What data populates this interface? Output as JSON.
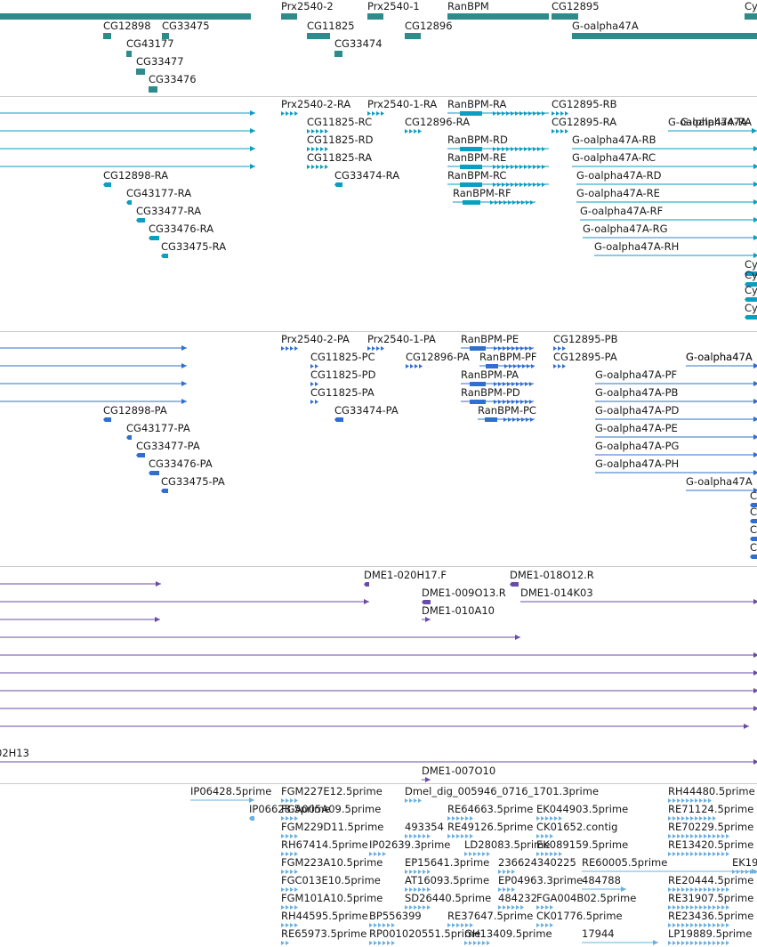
{
  "palette": {
    "gene": "#2e8b8b",
    "transcript": "#0a9ec0",
    "protein": "#2f6fd0",
    "clone": "#6a4ca8",
    "est": "#6ab0e0",
    "separator": "#cccccc"
  },
  "tracks": [
    {
      "id": "genes",
      "features": [
        {
          "label": "",
          "kind": "bar"
        },
        {
          "label": "Prx2540-2",
          "kind": "bar"
        },
        {
          "label": "Prx2540-1",
          "kind": "bar"
        },
        {
          "label": "RanBPM",
          "kind": "bar"
        },
        {
          "label": "CG12895",
          "kind": "bar"
        },
        {
          "label": "Cy",
          "kind": "bar"
        },
        {
          "label": "CG12898",
          "kind": "bar"
        },
        {
          "label": "CG33475",
          "kind": "bar"
        },
        {
          "label": "CG11825",
          "kind": "bar"
        },
        {
          "label": "CG12896",
          "kind": "bar"
        },
        {
          "label": "G-oalpha47A",
          "kind": "bar"
        },
        {
          "label": "CG43177",
          "kind": "bar"
        },
        {
          "label": "CG33474",
          "kind": "bar"
        },
        {
          "label": "CG33477",
          "kind": "bar"
        },
        {
          "label": "CG33476",
          "kind": "bar"
        }
      ]
    },
    {
      "id": "transcripts",
      "features": [
        {
          "label": "",
          "kind": "line"
        },
        {
          "label": "",
          "kind": "line"
        },
        {
          "label": "",
          "kind": "line"
        },
        {
          "label": "",
          "kind": "line"
        },
        {
          "label": "Prx2540-2-RA",
          "kind": "arrows"
        },
        {
          "label": "Prx2540-1-RA",
          "kind": "arrows"
        },
        {
          "label": "RanBPM-RA",
          "kind": "exons"
        },
        {
          "label": "CG12895-RB",
          "kind": "arrows"
        },
        {
          "label": "G-oalpha47A-RA",
          "kind": "line"
        },
        {
          "label": "G-oalpha47A-",
          "kind": "line"
        },
        {
          "label": "CG11825-RC",
          "kind": "arrows"
        },
        {
          "label": "CG12896-RA",
          "kind": "arrows"
        },
        {
          "label": "CG12895-RA",
          "kind": "arrows"
        },
        {
          "label": "CG11825-RD",
          "kind": "arrows"
        },
        {
          "label": "RanBPM-RD",
          "kind": "exons"
        },
        {
          "label": "G-oalpha47A-RB",
          "kind": "line"
        },
        {
          "label": "CG11825-RA",
          "kind": "arrows"
        },
        {
          "label": "RanBPM-RE",
          "kind": "exons"
        },
        {
          "label": "G-oalpha47A-RC",
          "kind": "line"
        },
        {
          "label": "CG12898-RA",
          "kind": "small"
        },
        {
          "label": "CG33474-RA",
          "kind": "small"
        },
        {
          "label": "RanBPM-RC",
          "kind": "exons"
        },
        {
          "label": "G-oalpha47A-RD",
          "kind": "line"
        },
        {
          "label": "CG43177-RA",
          "kind": "small"
        },
        {
          "label": "RanBPM-RF",
          "kind": "exons"
        },
        {
          "label": "G-oalpha47A-RE",
          "kind": "line"
        },
        {
          "label": "CG33477-RA",
          "kind": "small"
        },
        {
          "label": "G-oalpha47A-RF",
          "kind": "line"
        },
        {
          "label": "CG33476-RA",
          "kind": "small"
        },
        {
          "label": "G-oalpha47A-RG",
          "kind": "line"
        },
        {
          "label": "CG33475-RA",
          "kind": "small"
        },
        {
          "label": "G-oalpha47A-RH",
          "kind": "line"
        },
        {
          "label": "Cy",
          "kind": "small"
        },
        {
          "label": "Cy",
          "kind": "small"
        },
        {
          "label": "Cy",
          "kind": "small"
        },
        {
          "label": "Cy",
          "kind": "small"
        }
      ]
    },
    {
      "id": "proteins",
      "features": [
        {
          "label": "",
          "kind": "line"
        },
        {
          "label": "",
          "kind": "line"
        },
        {
          "label": "",
          "kind": "line"
        },
        {
          "label": "",
          "kind": "line"
        },
        {
          "label": "Prx2540-2-PA",
          "kind": "arrows"
        },
        {
          "label": "Prx2540-1-PA",
          "kind": "arrows"
        },
        {
          "label": "RanBPM-PE",
          "kind": "exons"
        },
        {
          "label": "CG12895-PB",
          "kind": "arrows"
        },
        {
          "label": "G-oalpha47A",
          "kind": "line"
        },
        {
          "label": "CG11825-PC",
          "kind": "arrows"
        },
        {
          "label": "CG12896-PA",
          "kind": "arrows"
        },
        {
          "label": "RanBPM-PF",
          "kind": "exons"
        },
        {
          "label": "CG12895-PA",
          "kind": "arrows"
        },
        {
          "label": "G-oalpha47A",
          "kind": "line"
        },
        {
          "label": "CG11825-PD",
          "kind": "arrows"
        },
        {
          "label": "RanBPM-PA",
          "kind": "exons"
        },
        {
          "label": "G-oalpha47A-PF",
          "kind": "line"
        },
        {
          "label": "CG11825-PA",
          "kind": "arrows"
        },
        {
          "label": "RanBPM-PD",
          "kind": "exons"
        },
        {
          "label": "G-oalpha47A-PB",
          "kind": "line"
        },
        {
          "label": "CG12898-PA",
          "kind": "small"
        },
        {
          "label": "CG33474-PA",
          "kind": "small"
        },
        {
          "label": "RanBPM-PC",
          "kind": "exons"
        },
        {
          "label": "G-oalpha47A-PD",
          "kind": "line"
        },
        {
          "label": "CG43177-PA",
          "kind": "small"
        },
        {
          "label": "G-oalpha47A-PE",
          "kind": "line"
        },
        {
          "label": "CG33477-PA",
          "kind": "small"
        },
        {
          "label": "G-oalpha47A-PG",
          "kind": "line"
        },
        {
          "label": "CG33476-PA",
          "kind": "small"
        },
        {
          "label": "G-oalpha47A-PH",
          "kind": "line"
        },
        {
          "label": "CG33475-PA",
          "kind": "small"
        },
        {
          "label": "G-oalpha47A",
          "kind": "line"
        },
        {
          "label": "C",
          "kind": "small"
        },
        {
          "label": "C",
          "kind": "small"
        },
        {
          "label": "C",
          "kind": "small"
        },
        {
          "label": "C",
          "kind": "small"
        }
      ]
    },
    {
      "id": "clones",
      "features": [
        {
          "label": "",
          "kind": "line"
        },
        {
          "label": "DME1-020H17.F",
          "kind": "small"
        },
        {
          "label": "DME1-018O12.R",
          "kind": "small"
        },
        {
          "label": "",
          "kind": "line"
        },
        {
          "label": "DME1-009O13.R",
          "kind": "small"
        },
        {
          "label": "DME1-014K03",
          "kind": "line"
        },
        {
          "label": "",
          "kind": "line"
        },
        {
          "label": "DME1-010A10",
          "kind": "line"
        },
        {
          "label": "",
          "kind": "line"
        },
        {
          "label": "",
          "kind": "line"
        },
        {
          "label": "",
          "kind": "line"
        },
        {
          "label": "",
          "kind": "line"
        },
        {
          "label": "",
          "kind": "line"
        },
        {
          "label": "",
          "kind": "line"
        },
        {
          "label": "02H13",
          "kind": "line"
        },
        {
          "label": "DME1-007O10",
          "kind": "line"
        }
      ]
    },
    {
      "id": "ests",
      "features": [
        {
          "label": "IP06428.5prime",
          "kind": "line"
        },
        {
          "label": "FGM227E12.5prime",
          "kind": "arrows"
        },
        {
          "label": "Dmel_dig_005946_0716_1701.3prime",
          "kind": "arrows"
        },
        {
          "label": "RH44480.5prime",
          "kind": "arrows"
        },
        {
          "label": "IP06628.5prime",
          "kind": "small"
        },
        {
          "label": "FGA005A09.5prime",
          "kind": "arrows"
        },
        {
          "label": "RE64663.5prime",
          "kind": "arrows"
        },
        {
          "label": "EK044903.5prime",
          "kind": "arrows"
        },
        {
          "label": "RE71124.5prime",
          "kind": "arrows"
        },
        {
          "label": "FGM229D11.5prime",
          "kind": "arrows"
        },
        {
          "label": "493354",
          "kind": "arrows"
        },
        {
          "label": "RE49126.5prime",
          "kind": "arrows"
        },
        {
          "label": "CK01652.contig",
          "kind": "arrows"
        },
        {
          "label": "RE70229.5prime",
          "kind": "arrows"
        },
        {
          "label": "RH67414.5prime",
          "kind": "arrows"
        },
        {
          "label": "IP02639.3prime",
          "kind": "arrows"
        },
        {
          "label": "LD28083.5prime",
          "kind": "arrows"
        },
        {
          "label": "EK089159.5prime",
          "kind": "arrows"
        },
        {
          "label": "RE13420.5prime",
          "kind": "arrows"
        },
        {
          "label": "FGM223A10.5prime",
          "kind": "arrows"
        },
        {
          "label": "EP15641.3prime",
          "kind": "arrows"
        },
        {
          "label": "236624340225",
          "kind": "arrows"
        },
        {
          "label": "RE60005.5prime",
          "kind": "line"
        },
        {
          "label": "EK19",
          "kind": "arrows"
        },
        {
          "label": "FGC013E10.5prime",
          "kind": "arrows"
        },
        {
          "label": "AT16093.5prime",
          "kind": "arrows"
        },
        {
          "label": "EP04963.3prime",
          "kind": "arrows"
        },
        {
          "label": "484788",
          "kind": "line"
        },
        {
          "label": "RE20444.5prime",
          "kind": "arrows"
        },
        {
          "label": "FGM101A10.5prime",
          "kind": "arrows"
        },
        {
          "label": "SD26440.5prime",
          "kind": "arrows"
        },
        {
          "label": "484232",
          "kind": "arrows"
        },
        {
          "label": "FGA004B02.5prime",
          "kind": "arrows"
        },
        {
          "label": "RE31907.5prime",
          "kind": "arrows"
        },
        {
          "label": "RH44595.5prime",
          "kind": "arrows"
        },
        {
          "label": "BP556399",
          "kind": "arrows"
        },
        {
          "label": "RE37647.5prime",
          "kind": "arrows"
        },
        {
          "label": "CK01776.5prime",
          "kind": "arrows"
        },
        {
          "label": "RE23436.5prime",
          "kind": "arrows"
        },
        {
          "label": "RE65973.5prime",
          "kind": "arrows"
        },
        {
          "label": "RP001020551.5prime",
          "kind": "arrows"
        },
        {
          "label": "GH13409.5prime",
          "kind": "arrows"
        },
        {
          "label": "17944",
          "kind": "line"
        },
        {
          "label": "LP19889.5prime",
          "kind": "arrows"
        }
      ]
    }
  ]
}
